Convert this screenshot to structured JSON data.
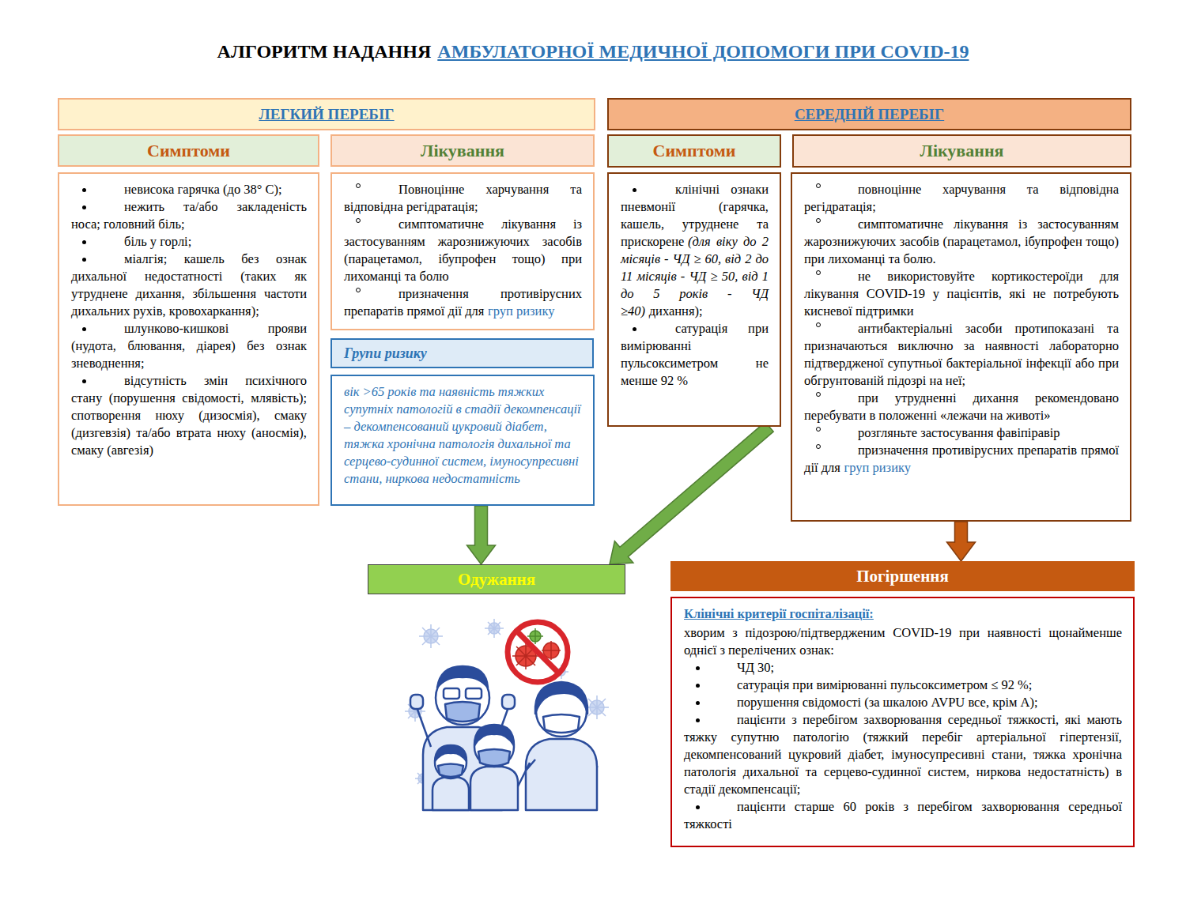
{
  "diagram": {
    "title": "АЛГОРИТМ НАДАННЯ",
    "nodes": [
      {
        "text": [
          "ЛЕГКИЙ ПЕРЕБІГ"
        ]
      },
      {
        "text": [
          "Симптоми"
        ]
      },
      {
        "text": [
          "невисока гарячка (до 38° С);",
          "нежить та/або закладеність носа; головний біль;",
          "біль у горлі;",
          "міалгія; кашель без ознак дихальної недостатності (таких як утруднене дихання, збільшення частоти дихальних рухів, кровохаркання);",
          "шлунково-кишкові прояви (нудота, блювання, діарея) без ознак зневоднення;",
          "відсутність змін психічного стану (порушення свідомості, млявість); спотворення нюху (дизосмія), смаку (дизгевзія) та/або втрата нюху (аносмія), смаку (авгезія)"
        ]
      },
      {
        "text": [
          "Лікування"
        ]
      },
      {
        "text": [
          "Повноцінне харчування та відповідна регідратація;",
          "симптоматичне лікування із застосуванням жарознижуючих засобів (парацетамол, ібупрофен тощо) при лихоманці та болю",
          "призначення противірусних препаратів прямої дії для",
          "груп ризику"
        ]
      },
      {
        "text": [
          "Групи ризику"
        ]
      },
      {
        "text": [
          "вік >65 років та наявність тяжких супутніх патологій в стадії декомпенсації – декомпенсований цукровий діабет, тяжка хронічна патологія дихальної та серцево-судинної систем, імуносупресивні стани, ниркова недостатність"
        ]
      },
      {
        "text": [
          "СЕРЕДНІЙ ПЕРЕБІГ"
        ]
      },
      {
        "text": [
          "Симптоми"
        ]
      },
      {
        "text": [
          "клінічні ознаки пневмонії (гарячка, кашель, утруднене та прискорене",
          "(для віку до 2 місяців - ЧД ≥ 60, від 2 до 11 місяців - ЧД ≥ 50, від 1 до 5 років - ЧД ≥40)",
          "дихання);",
          "сатурація при вимірюванні пульсоксиметром не менше 92 %"
        ]
      },
      {
        "text": [
          "Лікування"
        ]
      },
      {
        "text": [
          "повноцінне харчування та відповідна регідратація;",
          "симптоматичне лікування із застосуванням жарознижуючих засобів (парацетамол, ібупрофен тощо) при лихоманці та болю.",
          "не використовуйте кортикостероїди для лікування COVID-19 у пацієнтів, які не потребують кисневої підтримки",
          "антибактеріальні засоби протипоказані та призначаються виключно за наявності лабораторно підтвердженої супутньої бактеріальної інфекції або при обгрунтованій підозрі на неї;",
          "при утрудненні дихання рекомендовано перебувати в положенні «лежачи на животі»",
          "розгляньте застосування фавіпіравір",
          "призначення противірусних препаратів прямої дії для",
          "груп ризику"
        ]
      },
      {
        "text": [
          "Одужання"
        ]
      },
      {
        "text": [
          "Погіршення"
        ]
      },
      {
        "text": [
          "Клінічні критерії госпіталізації:",
          "хворим з підозрою/підтвердженим COVID-19 при наявності щонайменше однієї з перелічених ознак:",
          "ЧД 30;",
          "сатурація при вимірюванні пульсоксиметром ≤ 92 %;",
          "порушення свідомості (за шкалою AVPU все, крім А);",
          "пацієнти з перебігом захворювання середньої тяжкості, які мають тяжку супутню патологію (тяжкий перебіг артеріальної гіпертензії, декомпенсований цукровий діабет, імуносупресивні стани, тяжка хронічна патологія дихальної та серцево-судинної систем, ниркова недостатність) в стадії декомпенсації;",
          "пацієнти старше 60 років з перебігом захворювання середньої тяжкості"
        ]
      }
    ],
    "edges": [
      {
        "from": 6,
        "to": 12,
        "arrow": "to"
      },
      {
        "from": 9,
        "to": 12,
        "arrow": "to"
      },
      {
        "from": 11,
        "to": 13,
        "arrow": "to"
      }
    ],
    "labels": [
      "АМБУЛАТОРНОЇ МЕДИЧНОЇ ДОПОМОГИ ПРИ COVID-19"
    ]
  }
}
